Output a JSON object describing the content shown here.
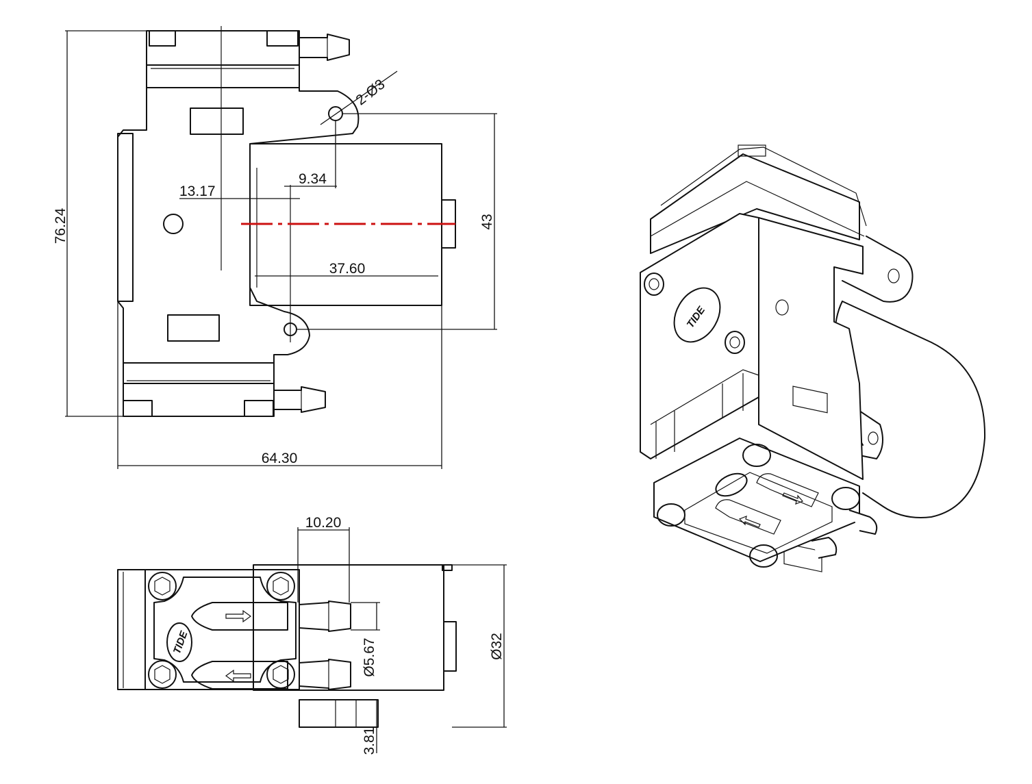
{
  "dimensions": {
    "height_total": "76.24",
    "hole_spec": "2-Ø3",
    "offset_a": "13.17",
    "offset_b": "9.34",
    "mount_spacing": "43",
    "motor_length": "37.60",
    "overall_length": "64.30",
    "port_length": "10.20",
    "port_diameter": "Ø5.67",
    "motor_diameter": "Ø32",
    "port_offset": "3.81"
  },
  "logo": {
    "text": "TIDE"
  },
  "colors": {
    "line": "#111111",
    "centerline": "#cc1111",
    "background": "#ffffff"
  }
}
